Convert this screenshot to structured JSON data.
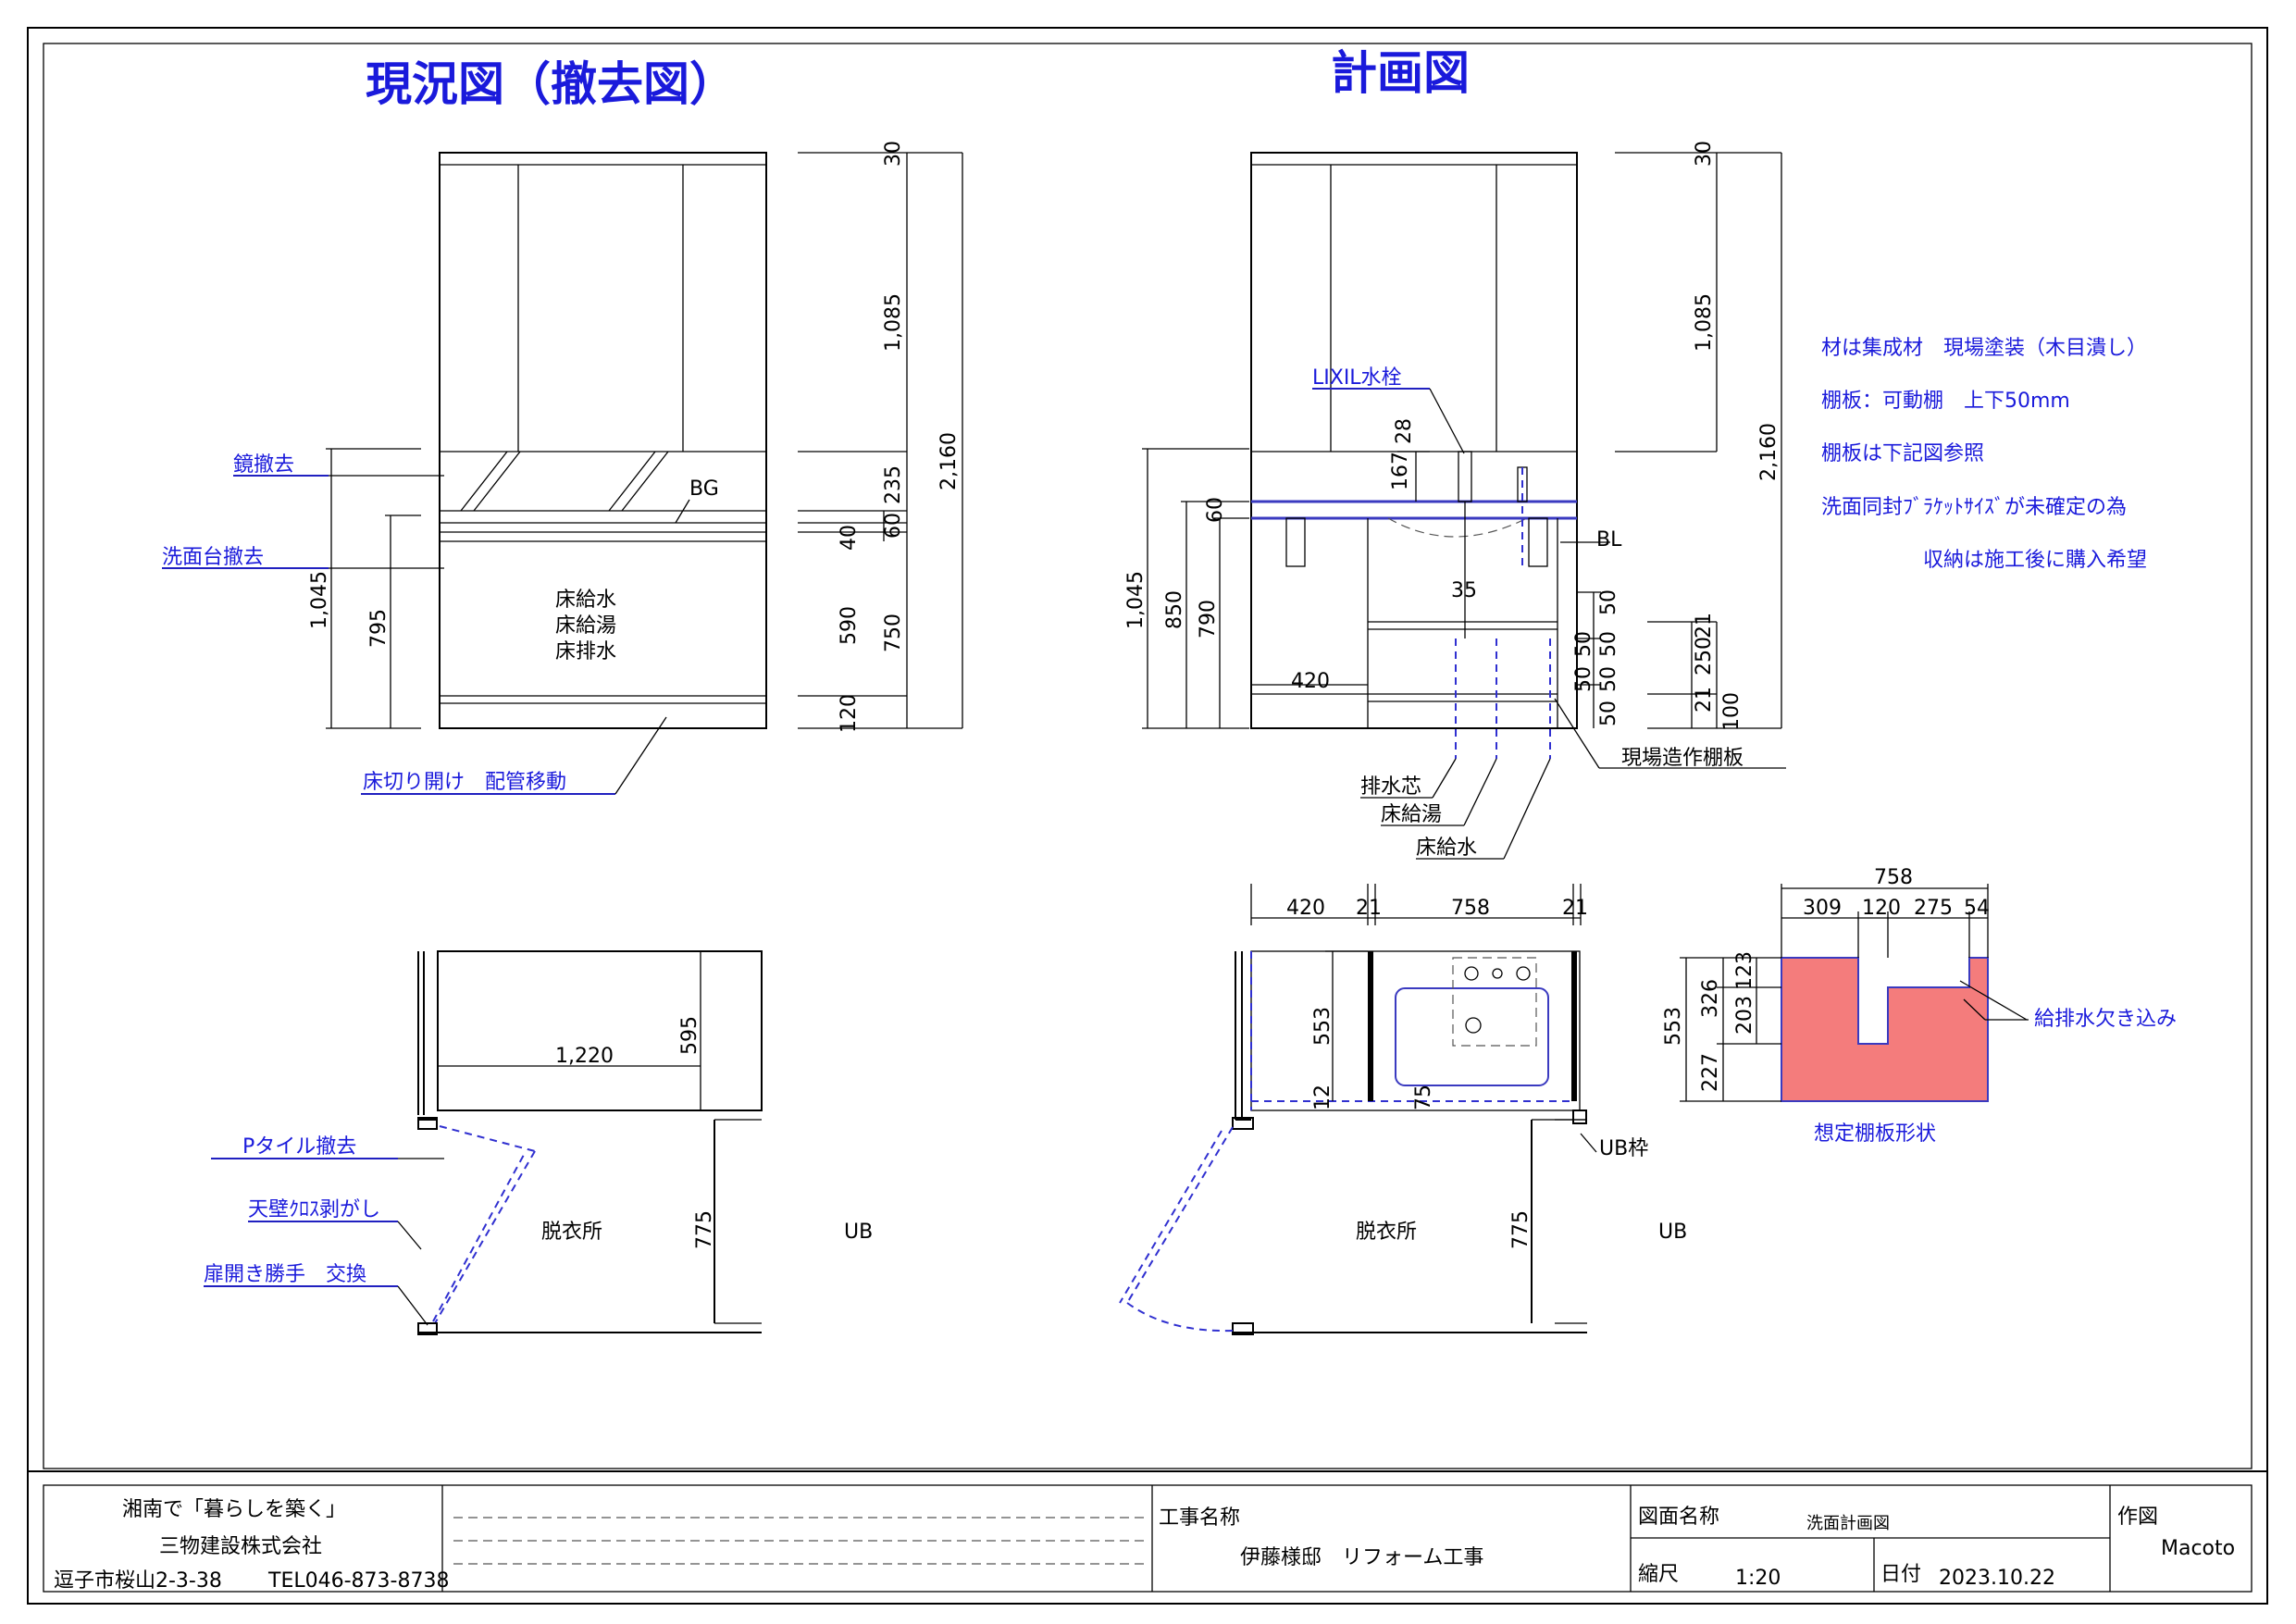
{
  "titles": {
    "current": "現況図（撤去図）",
    "plan": "計画図"
  },
  "current_labels": {
    "mirror_remove": "鏡撤去",
    "vanity_remove": "洗面台撤去",
    "bg": "BG",
    "floor_pipes": [
      "床給水",
      "床給湯",
      "床排水"
    ],
    "floor_cut": "床切り開け　配管移動",
    "p_tile": "Pタイル撤去",
    "wall_cloth": "天壁ｸﾛｽ剥がし",
    "door": "扉開き勝手　交換",
    "dressing": "脱衣所",
    "ub": "UB"
  },
  "current_dims": {
    "d30": "30",
    "d1085": "1,085",
    "d2160": "2,160",
    "d235": "235",
    "d60": "60",
    "d40": "40",
    "d590": "590",
    "d750": "750",
    "d120": "120",
    "d1045": "1,045",
    "d795": "795",
    "d1220": "1,220",
    "d595": "595",
    "d775": "775"
  },
  "plan_labels": {
    "faucet": "LIXIL水栓",
    "bl": "BL",
    "drain": "排水芯",
    "hot": "床給湯",
    "cold": "床給水",
    "shelf": "現場造作棚板",
    "ub_frame": "UB枠",
    "dressing": "脱衣所",
    "ub": "UB",
    "notch": "給排水欠き込み",
    "shelf_shape": "想定棚板形状"
  },
  "plan_dims": {
    "d30": "30",
    "d1085": "1,085",
    "d2160": "2,160",
    "d28": "28",
    "d167": "167",
    "d60": "60",
    "d1045": "1,045",
    "d850": "850",
    "d790": "790",
    "d35": "35",
    "d420": "420",
    "d50a": "50",
    "d50b": "50",
    "d50c": "50",
    "d50d": "50",
    "d50e": "50",
    "d50f": "50",
    "d21a": "21",
    "d21b": "21",
    "d250": "250",
    "d100": "100",
    "p420": "420",
    "p21a": "21",
    "p758": "758",
    "p21b": "21",
    "p553": "553",
    "p12": "12",
    "p75": "75",
    "p775": "775",
    "s758": "758",
    "s309": "309",
    "s120": "120",
    "s275": "275",
    "s54": "54",
    "s553": "553",
    "s326": "326",
    "s123": "123",
    "s203": "203",
    "s227": "227"
  },
  "notes": [
    "材は集成材　現場塗装（木目潰し）",
    "棚板：可動棚　上下50mm",
    "棚板は下記図参照",
    "洗面同封ﾌﾞﾗｹｯﾄｻｲｽﾞが未確定の為",
    "収納は施工後に購入希望"
  ],
  "title_block": {
    "company_line1": "湘南で「暮らしを築く」",
    "company_line2": "三物建設株式会社",
    "address": "逗子市桜山2-3-38",
    "tel": "TEL046-873-8738",
    "project_label": "工事名称",
    "project": "伊藤様邸　リフォーム工事",
    "drawing_label": "図面名称",
    "drawing": "洗面計画図",
    "scale_label": "縮尺",
    "scale": "1:20",
    "date_label": "日付",
    "date": "2023.10.22",
    "author_label": "作図",
    "author": "Macoto"
  },
  "colors": {
    "accent": "#1a1adb",
    "shelf_fill": "#f47c7c",
    "counter": "#3a3ac0"
  }
}
